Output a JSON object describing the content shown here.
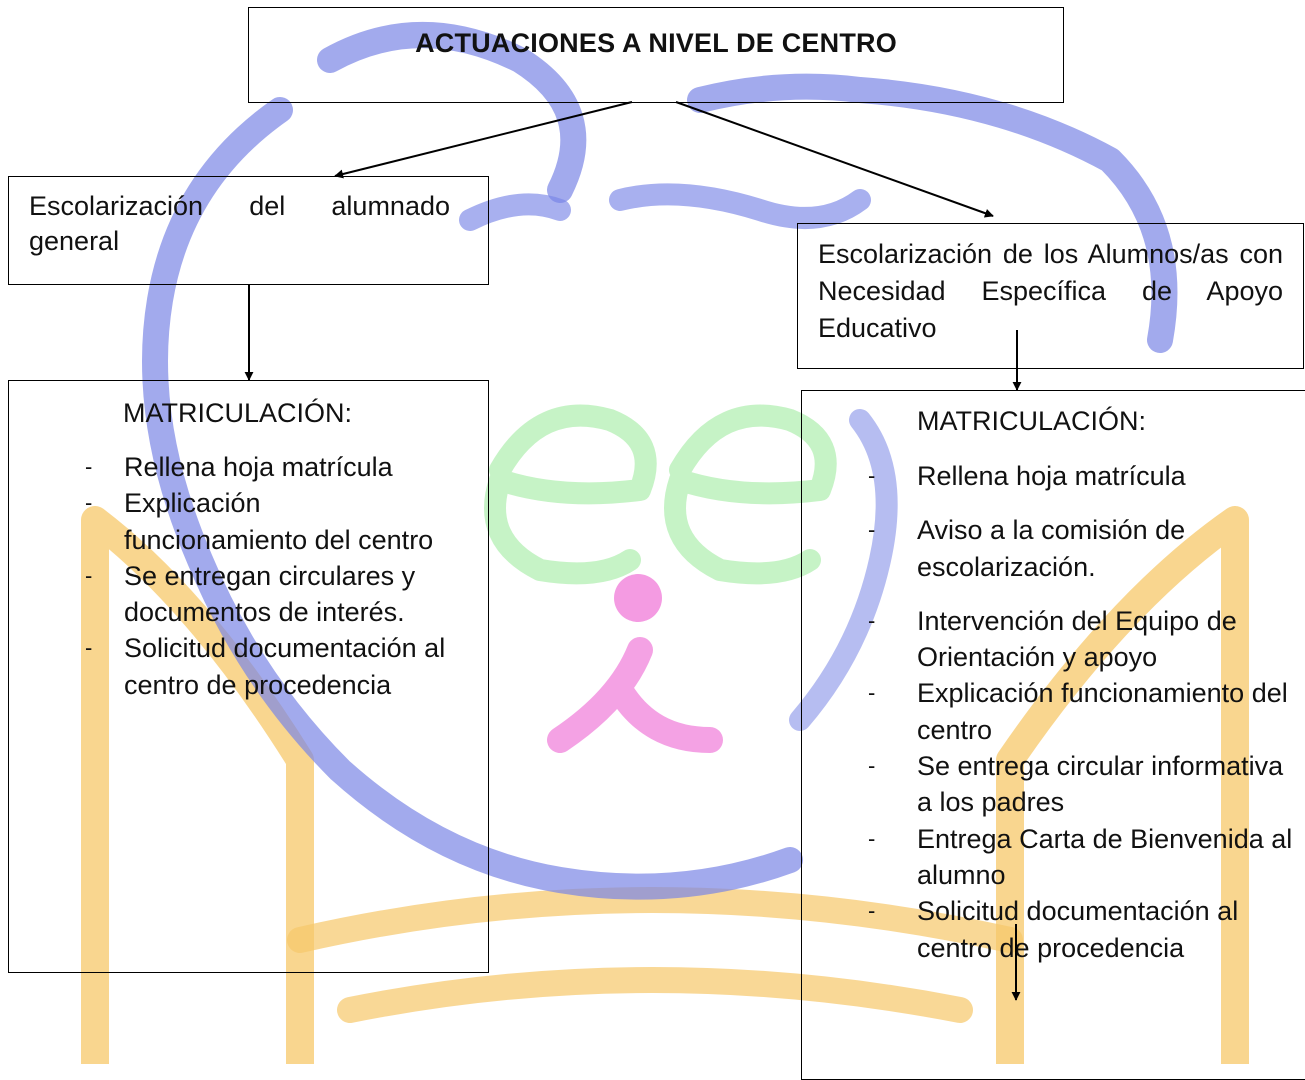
{
  "title": "ACTUACIONES A NIVEL DE CENTRO",
  "left_branch": {
    "header": "Escolarización del alumnado general",
    "list_title": "MATRICULACIÓN:",
    "items": [
      "Rellena hoja matrícula",
      "Explicación funcionamiento del centro",
      "Se entregan circulares y documentos de interés.",
      "Solicitud documentación al centro de procedencia"
    ]
  },
  "right_branch": {
    "header": "Escolarización de los Alumnos/as con Necesidad Específica de Apoyo Educativo",
    "list_title": "MATRICULACIÓN:",
    "items": [
      "Rellena hoja matrícula",
      "Aviso a la comisión de escolarización.",
      "Intervención del Equipo de Orientación y apoyo",
      "Explicación funcionamiento del centro",
      "Se entrega circular informativa a los padres",
      "Entrega Carta de Bienvenida al alumno",
      "Solicitud documentación al centro de procedencia"
    ]
  },
  "bullet": "-",
  "colors": {
    "watermark_blue": "#7a86e6",
    "watermark_green": "#b8f0b8",
    "watermark_pink": "#f07ad8",
    "watermark_orange": "#f7c86a",
    "line": "#000000"
  }
}
